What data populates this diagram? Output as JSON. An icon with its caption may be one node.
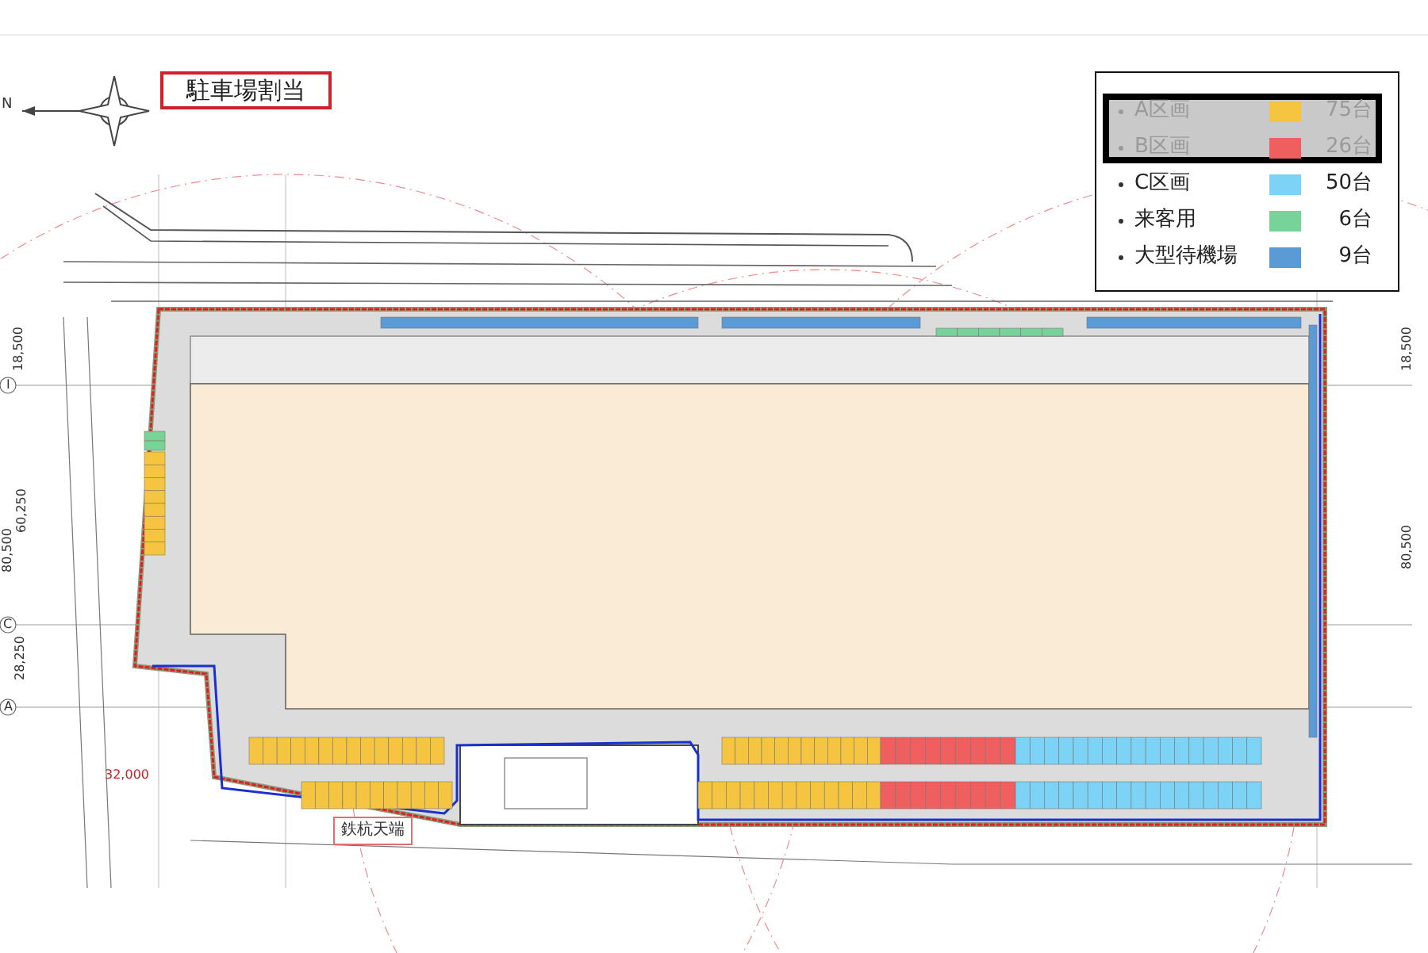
{
  "diagram": {
    "title": "駐車場割当",
    "labels": [
      "N",
      "18,500",
      "I",
      "60,250",
      "80,500",
      "C",
      "28,250",
      "A",
      "32,000",
      "鉄杭天端",
      "18,500",
      "80,500"
    ],
    "legend": [
      {
        "text": "A区画 75台",
        "color": "#f5c542"
      },
      {
        "text": "B区画 26台",
        "color": "#ef5f5f"
      },
      {
        "text": "C区画 50台",
        "color": "#7dd3f5"
      },
      {
        "text": "来客用 6台",
        "color": "#78d39a"
      },
      {
        "text": "大型待機場 9台",
        "color": "#5b9bd5"
      }
    ]
  }
}
